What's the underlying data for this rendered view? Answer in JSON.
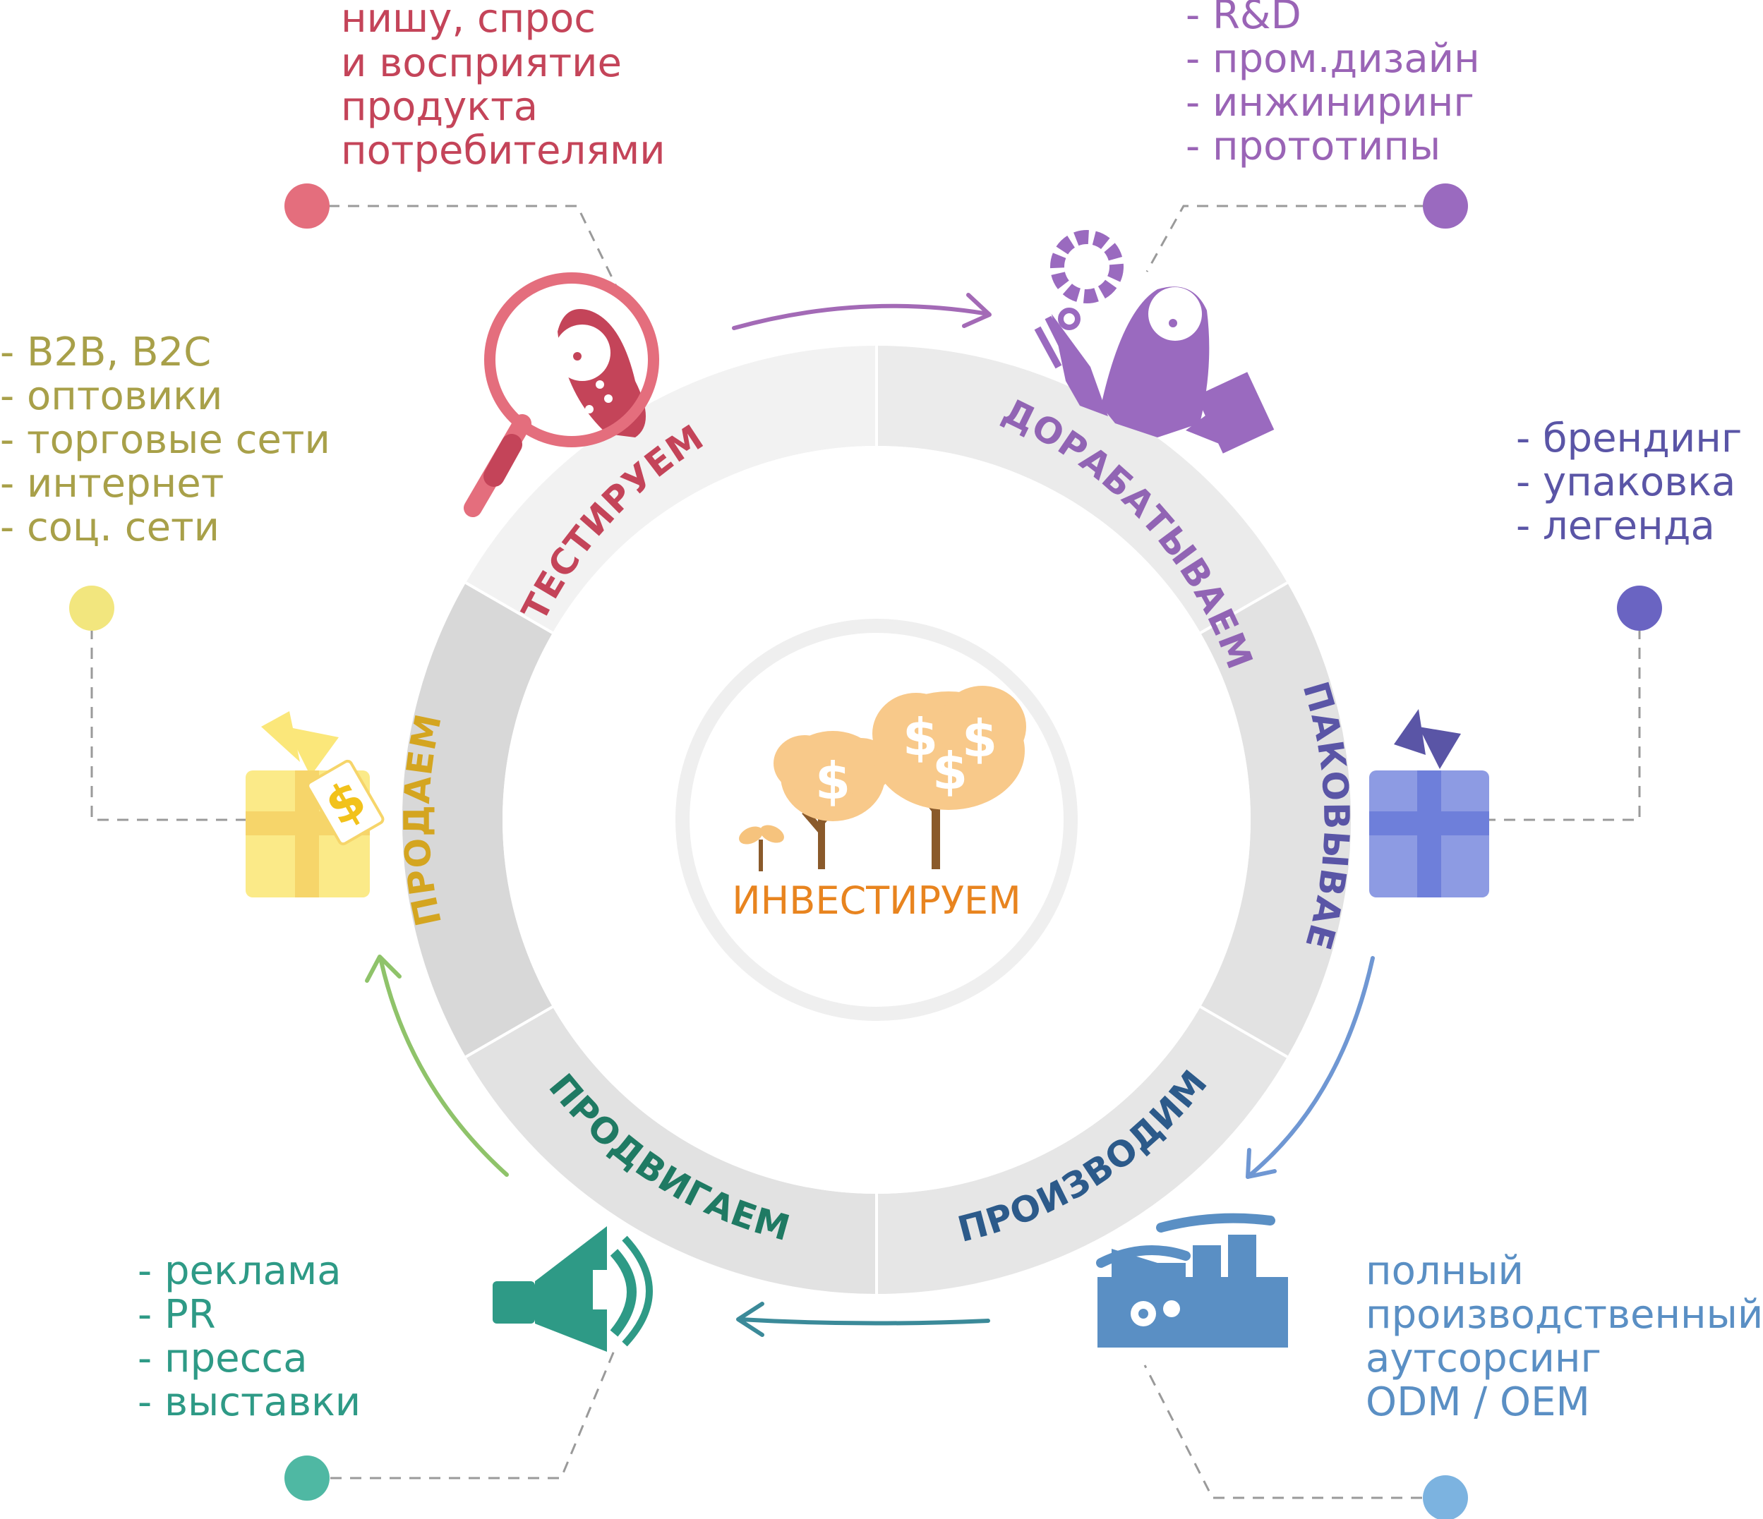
{
  "center": {
    "label": "ИНВЕСТИРУЕМ",
    "color": "#E8841F"
  },
  "stages": [
    {
      "id": "testing",
      "label": "ТЕСТИРУЕМ",
      "color": "#C44459",
      "icon": "magnifier-matryoshka-icon",
      "lines": [
        "нишу, спрос",
        "и восприятие",
        "продукта",
        "потребителями"
      ]
    },
    {
      "id": "refining",
      "label": "ДОРАБАТЫВАЕМ",
      "color": "#9164B4",
      "icon": "engineer-matryoshka-icon",
      "lines": [
        "- R&D",
        "- пром.дизайн",
        "- инжиниринг",
        "- прототипы"
      ]
    },
    {
      "id": "packaging",
      "label": "УПАКОВЫВАЕМ",
      "color": "#5A55A6",
      "icon": "gift-box-icon",
      "lines": [
        "- брендинг",
        "- упаковка",
        "- легенда"
      ]
    },
    {
      "id": "producing",
      "label": "ПРОИЗВОДИМ",
      "color": "#2C5A8A",
      "icon": "factory-icon",
      "lines": [
        "полный",
        "производственный",
        "аутсорсинг",
        "ODM / OEM"
      ]
    },
    {
      "id": "promoting",
      "label": "ПРОДВИГАЕМ",
      "color": "#1F7A63",
      "icon": "megaphone-icon",
      "lines": [
        "- реклама",
        "- PR",
        "- пресса",
        "- выставки"
      ]
    },
    {
      "id": "selling",
      "label": "ПРОДАЕМ",
      "color": "#D4A520",
      "icon": "gift-price-tag-icon",
      "lines": [
        "- B2B, B2C",
        "- оптовики",
        "- торговые сети",
        "- интернет",
        "- соц. сети"
      ]
    }
  ],
  "bullet_colors": {
    "testing": "#C44459",
    "refining": "#9A64B6",
    "packaging": "#5A55A6",
    "producing": "#5A8FC4",
    "promoting": "#2E9A86",
    "selling": "#A8A049"
  },
  "dot_colors": {
    "testing": "#E46E7D",
    "refining": "#9A6ABF",
    "packaging": "#6A64C2",
    "producing": "#7CB3E0",
    "promoting": "#4FB8A3",
    "selling": "#F2E67E"
  },
  "arrow_colors": {
    "testing": "#A36AB6",
    "packaging": "#6F97D3",
    "producing": "#3B8A99",
    "promoting": "#8FC36A"
  },
  "ring_colors": {
    "light": "#F2F2F2",
    "mid": "#E9E9E9",
    "dark": "#DDDDDD"
  }
}
